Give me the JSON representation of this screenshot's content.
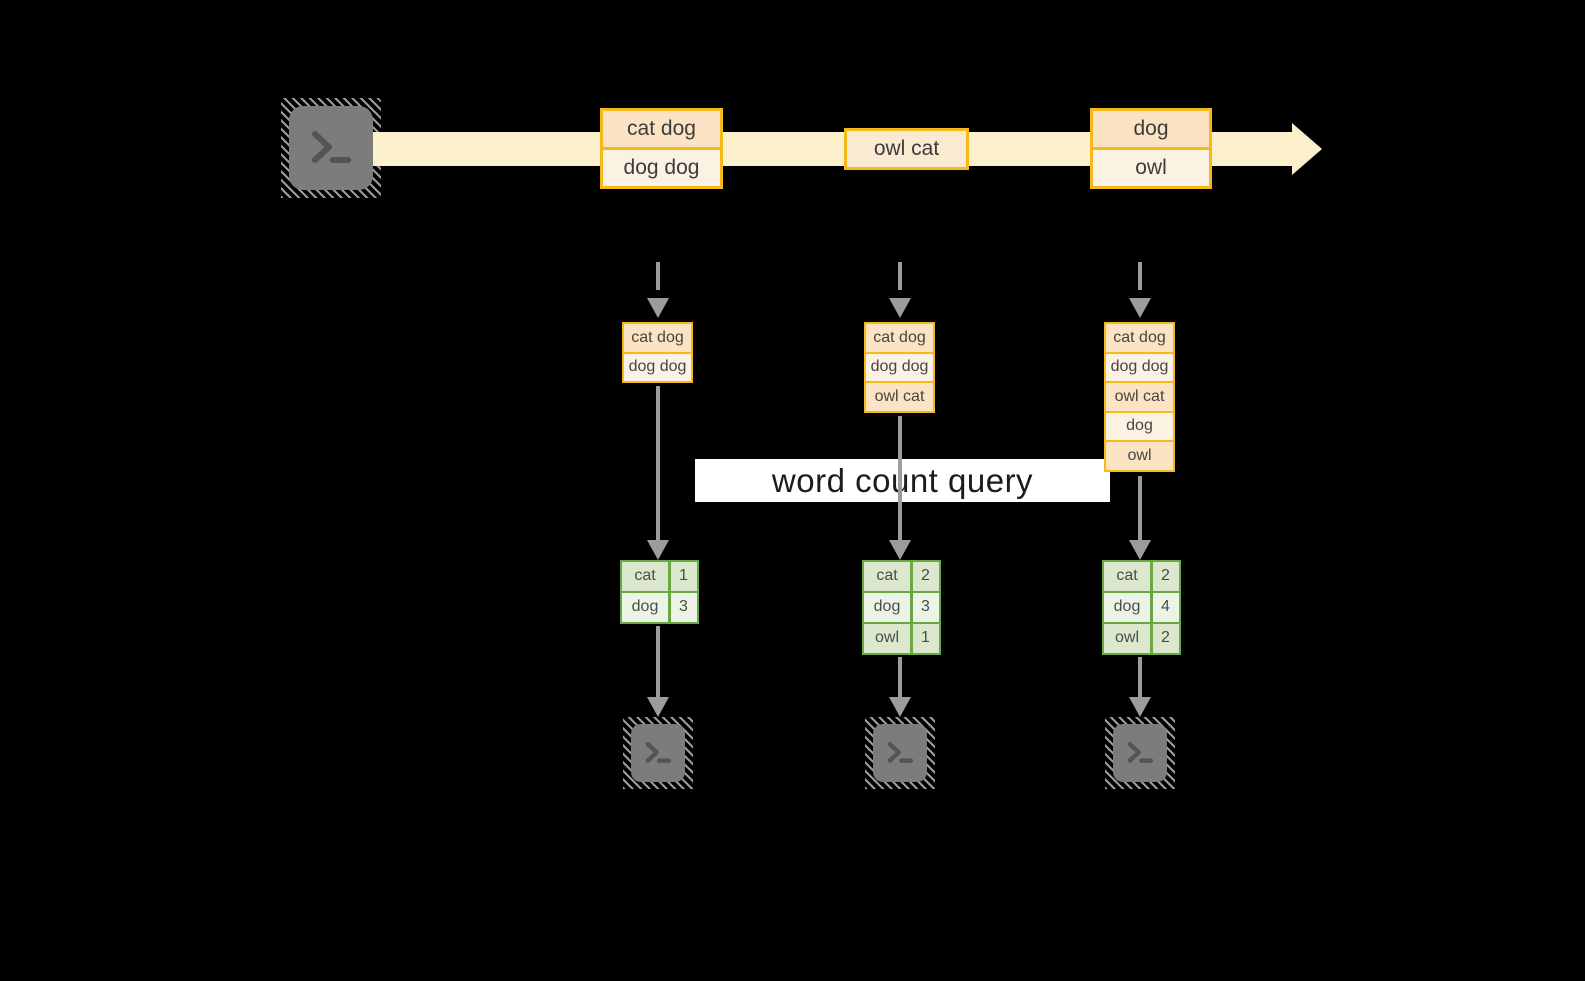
{
  "colors": {
    "background": "#000000",
    "stream_fill": "#fbf0cb",
    "box_border": "#f5b91a",
    "peach_dark": "#fbe3c3",
    "peach_light": "#fcf2e4",
    "peach_mid": "#faead2",
    "green_border": "#6aa844",
    "green_row_dark": "#dce8ce",
    "green_row_light": "#eef3e7",
    "arrow_gray": "#9c9c9c",
    "terminal_gray": "#7c7c7c",
    "query_box_bg": "#ffffff"
  },
  "icons": {
    "source": "terminal-prompt-icon",
    "sinks": [
      "terminal-prompt-icon",
      "terminal-prompt-icon",
      "terminal-prompt-icon"
    ]
  },
  "stream": {
    "batches": [
      {
        "cells": [
          "cat dog",
          "dog dog"
        ]
      },
      {
        "cells": [
          "owl cat"
        ]
      },
      {
        "cells": [
          "dog",
          "owl"
        ]
      }
    ]
  },
  "query_label": "word count query",
  "columns": [
    {
      "buffer": [
        "cat dog",
        "dog dog"
      ],
      "counts": [
        [
          "cat",
          "1"
        ],
        [
          "dog",
          "3"
        ]
      ]
    },
    {
      "buffer": [
        "cat dog",
        "dog dog",
        "owl cat"
      ],
      "counts": [
        [
          "cat",
          "2"
        ],
        [
          "dog",
          "3"
        ],
        [
          "owl",
          "1"
        ]
      ]
    },
    {
      "buffer": [
        "cat dog",
        "dog dog",
        "owl cat",
        "dog",
        "owl"
      ],
      "counts": [
        [
          "cat",
          "2"
        ],
        [
          "dog",
          "4"
        ],
        [
          "owl",
          "2"
        ]
      ]
    }
  ]
}
